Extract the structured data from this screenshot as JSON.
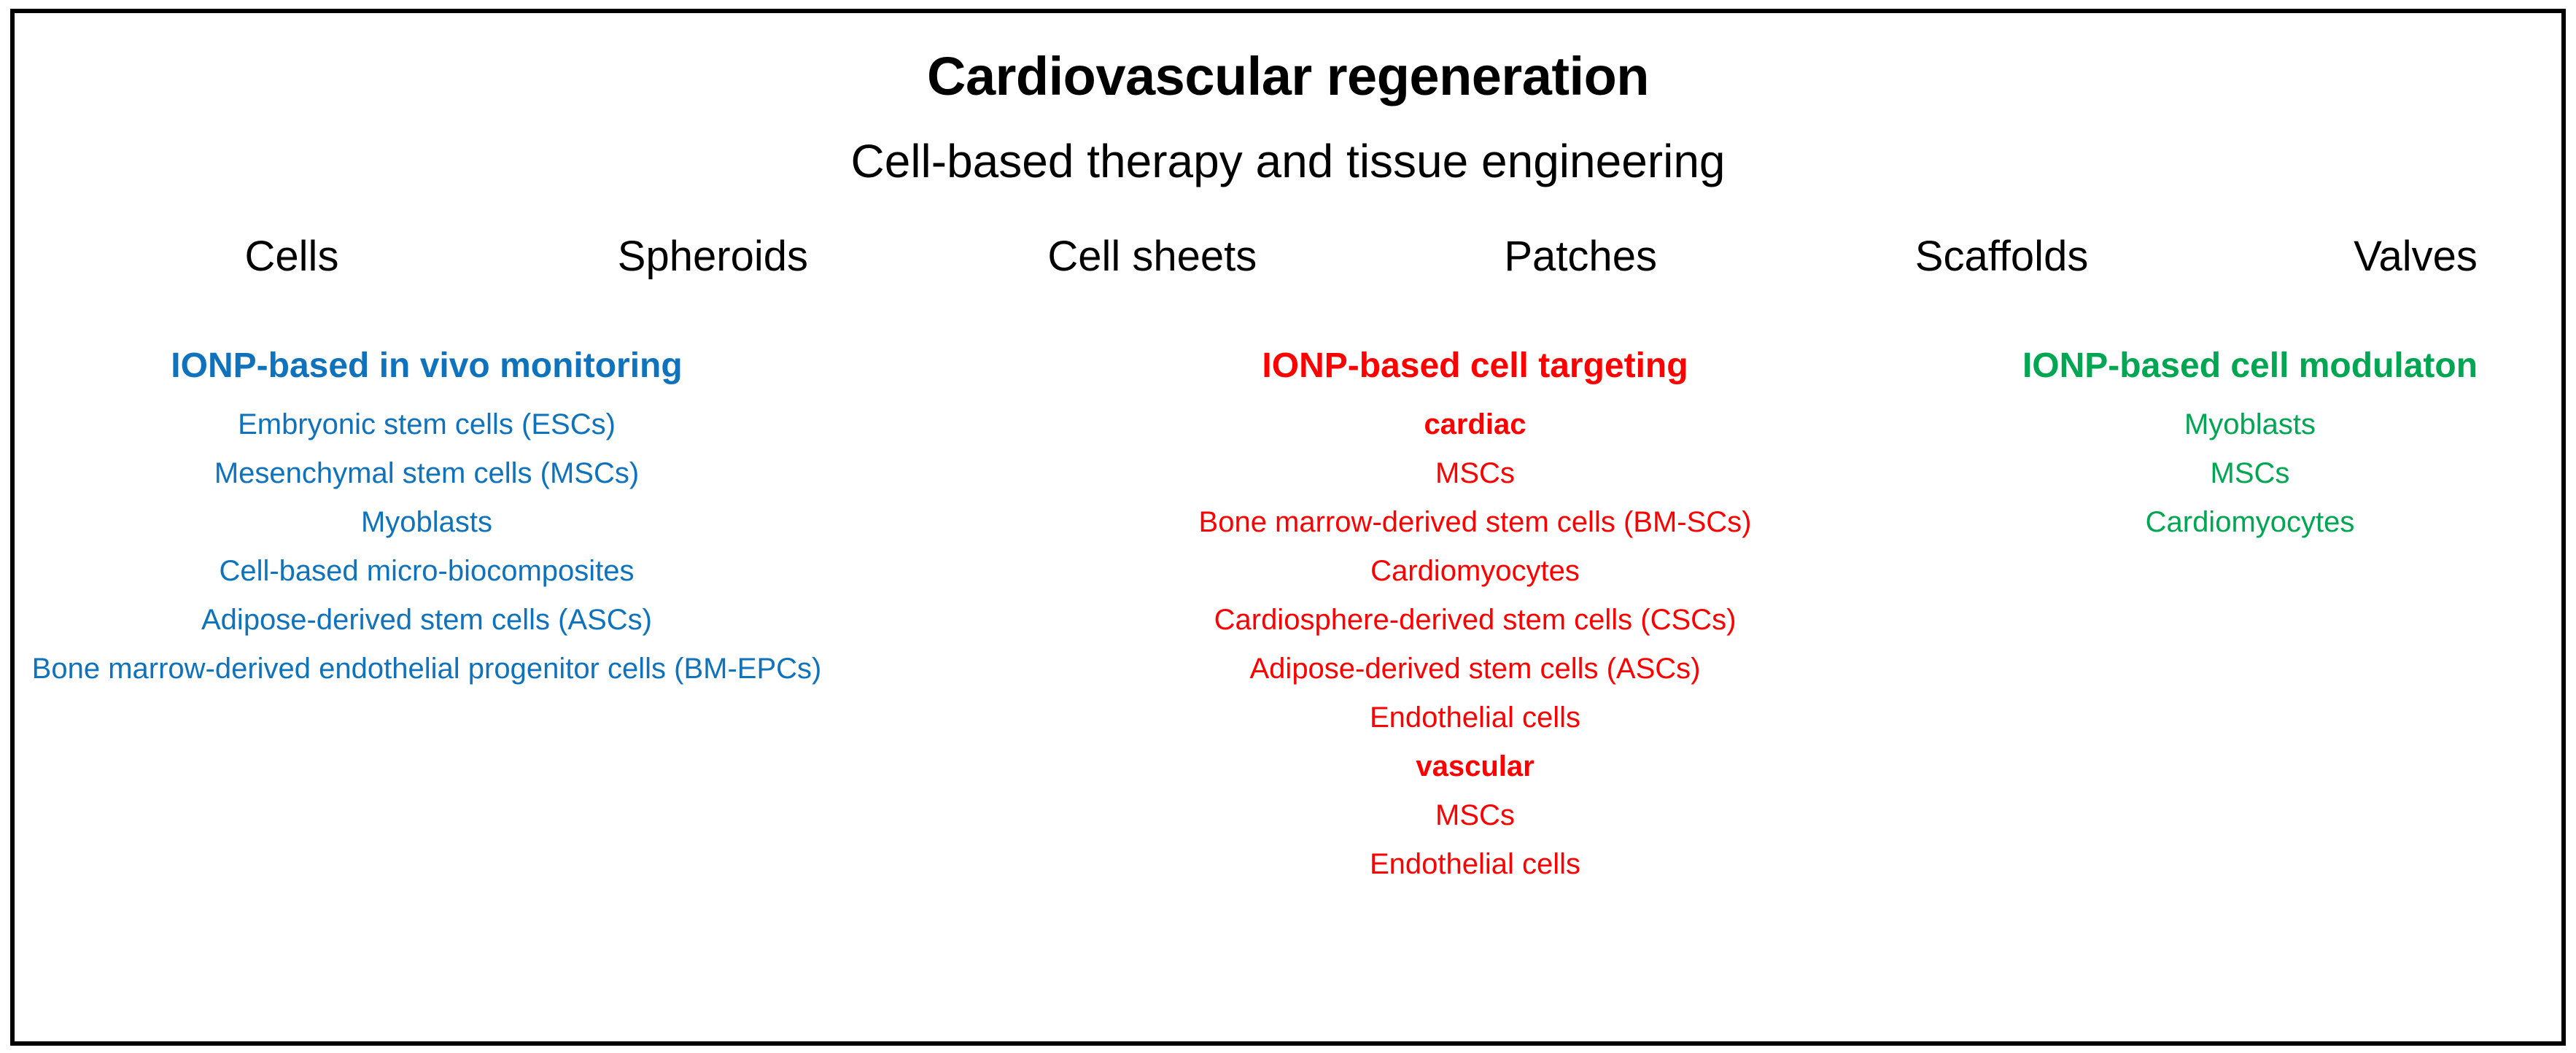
{
  "figure": {
    "title": "Cardiovascular regeneration",
    "subtitle": "Cell-based therapy and tissue engineering"
  },
  "columns": [
    {
      "label": "Cells"
    },
    {
      "label": "Spheroids"
    },
    {
      "label": "Cell sheets"
    },
    {
      "label": "Patches"
    },
    {
      "label": "Scaffolds"
    },
    {
      "label": "Valves"
    }
  ],
  "colors": {
    "monitoring": "#0f72bc",
    "targeting": "#ff0000",
    "modulation": "#00a651",
    "text": "#000000",
    "border": "#000000",
    "background": "#ffffff"
  },
  "blocks": {
    "monitoring": {
      "heading": "IONP-based in vivo monitoring",
      "items": [
        {
          "label": "Embryonic stem cells (ESCs)",
          "bold": false
        },
        {
          "label": "Mesenchymal stem cells (MSCs)",
          "bold": false
        },
        {
          "label": "Myoblasts",
          "bold": false
        },
        {
          "label": "Cell-based micro-biocomposites",
          "bold": false
        },
        {
          "label": "Adipose-derived stem cells (ASCs)",
          "bold": false
        },
        {
          "label": "Bone marrow-derived endothelial progenitor cells (BM-EPCs)",
          "bold": false
        }
      ]
    },
    "targeting": {
      "heading": "IONP-based cell targeting",
      "items": [
        {
          "label": "cardiac",
          "bold": true
        },
        {
          "label": "MSCs",
          "bold": false
        },
        {
          "label": "Bone marrow-derived stem cells (BM-SCs)",
          "bold": false
        },
        {
          "label": "Cardiomyocytes",
          "bold": false
        },
        {
          "label": "Cardiosphere-derived stem cells (CSCs)",
          "bold": false
        },
        {
          "label": "Adipose-derived stem cells (ASCs)",
          "bold": false
        },
        {
          "label": "Endothelial cells",
          "bold": false
        },
        {
          "label": "vascular",
          "bold": true
        },
        {
          "label": "MSCs",
          "bold": false
        },
        {
          "label": "Endothelial cells",
          "bold": false
        }
      ]
    },
    "modulation": {
      "heading": "IONP-based cell modulaton",
      "items": [
        {
          "label": "Myoblasts",
          "bold": false
        },
        {
          "label": "MSCs",
          "bold": false
        },
        {
          "label": "Cardiomyocytes",
          "bold": false
        }
      ]
    }
  }
}
